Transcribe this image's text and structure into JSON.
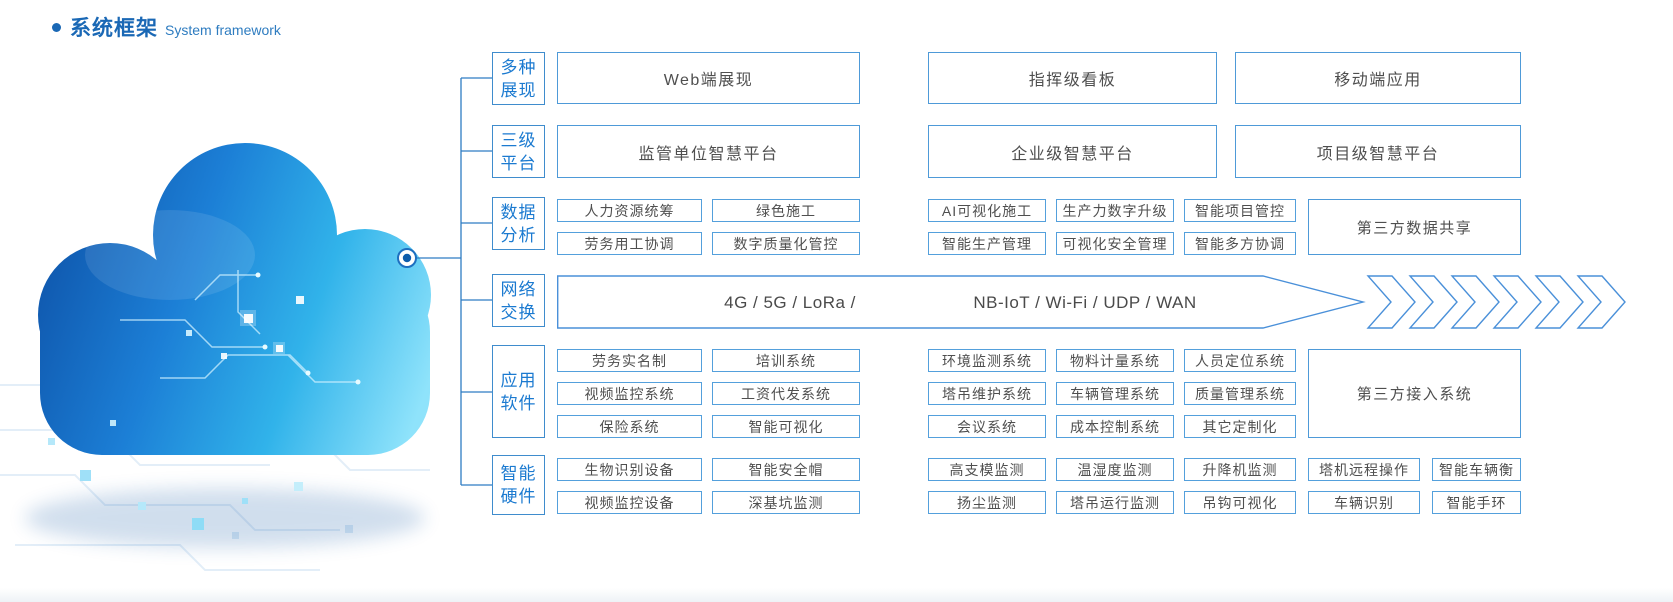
{
  "title": {
    "zh": "系统框架",
    "en": "System framework"
  },
  "colors": {
    "accent": "#2e7cc3",
    "border": "#4e9ad8",
    "label_text": "#1b7ad0",
    "box_text": "#4f4f4f",
    "title": "#1a68b5"
  },
  "rows": {
    "display": {
      "label": "多种展现",
      "boxes": [
        "Web端展现",
        "指挥级看板",
        "移动端应用"
      ]
    },
    "platform": {
      "label": "三级平台",
      "boxes": [
        "监管单位智慧平台",
        "企业级智慧平台",
        "项目级智慧平台"
      ]
    },
    "data": {
      "label": "数据分析",
      "cells": [
        [
          "人力资源统筹",
          "劳务用工协调"
        ],
        [
          "绿色施工",
          "数字质量化管控"
        ],
        [
          "AI可视化施工",
          "智能生产管理"
        ],
        [
          "生产力数字升级",
          "可视化安全管理"
        ],
        [
          "智能项目管控",
          "智能多方协调"
        ]
      ],
      "big": "第三方数据共享"
    },
    "network": {
      "label": "网络交换",
      "left": "4G / 5G / LoRa /",
      "right": "NB-IoT / Wi-Fi / UDP / WAN"
    },
    "software": {
      "label": "应用软件",
      "cells": [
        [
          "劳务实名制",
          "视频监控系统",
          "保险系统"
        ],
        [
          "培训系统",
          "工资代发系统",
          "智能可视化"
        ],
        [
          "环境监测系统",
          "塔吊维护系统",
          "会议系统"
        ],
        [
          "物料计量系统",
          "车辆管理系统",
          "成本控制系统"
        ],
        [
          "人员定位系统",
          "质量管理系统",
          "其它定制化"
        ]
      ],
      "big": "第三方接入系统"
    },
    "hardware": {
      "label": "智能硬件",
      "cells": [
        [
          "生物识别设备",
          "视频监控设备"
        ],
        [
          "智能安全帽",
          "深基坑监测"
        ],
        [
          "高支模监测",
          "扬尘监测"
        ],
        [
          "温湿度监测",
          "塔吊运行监测"
        ],
        [
          "升降机监测",
          "吊钩可视化"
        ],
        [
          "塔机远程操作",
          "车辆识别"
        ],
        [
          "智能车辆衡",
          "智能手环"
        ]
      ]
    }
  }
}
